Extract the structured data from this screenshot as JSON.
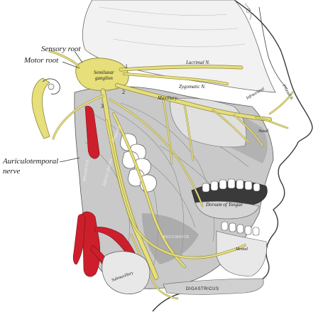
{
  "diagram": {
    "labels": {
      "sensory_root": "Sensory root",
      "motor_root": "Motor root",
      "auriculotemporal_line1": "Auriculotemporal",
      "auriculotemporal_line2": "nerve",
      "semilunar_ganglion_1": "Semilunar",
      "semilunar_ganglion_2": "ganglion",
      "numeral_1": "1",
      "numeral_2": "2",
      "numeral_3": "3",
      "lacrimal": "Lacrimal N.",
      "zygomatic": "Zygomatic N.",
      "maxillary": "Maxillary",
      "infraorbital": "Infraorbital",
      "nasal": "Nasal",
      "frontal": "Frontal N.",
      "lingual": "Lingual N.",
      "inferior_alveolar": "Inferior alveolar",
      "dorsum_of_tongue": "Dorsum of Tongue",
      "mental": "Mental",
      "submaxillary": "Submaxillary",
      "digastricus": "DIGASTRICUS",
      "buccinator": "BUCCINATOR",
      "masseter": "MASSETER"
    },
    "colors": {
      "nerve": "#e6df7a",
      "nerve_outline": "#8c8540",
      "artery": "#cc1f2b",
      "ink": "#4a4a4a",
      "shade": "#9a9a9a"
    }
  }
}
